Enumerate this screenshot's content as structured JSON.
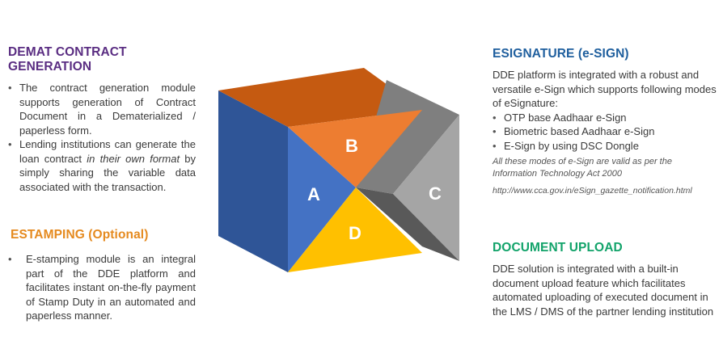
{
  "demat": {
    "heading": "DEMAT CONTRACT GENERATION",
    "bullet1": "The contract generation module supports generation of Contract Document in a Dematerialized / paperless form.",
    "bullet2_before": "Lending institutions can generate the loan contract ",
    "bullet2_em": "in their own format",
    "bullet2_after": " by simply sharing the variable data associated with the transaction."
  },
  "estamping": {
    "heading": "ESTAMPING (Optional)",
    "bullet1": "E-stamping module is an integral part of the DDE platform and facilitates instant on-the-fly payment of Stamp Duty in an automated and paperless manner."
  },
  "esign": {
    "heading": "ESIGNATURE (e-SIGN)",
    "intro": "DDE platform is integrated with a robust and versatile  e-Sign which supports following modes of eSignature:",
    "modes": [
      "OTP base Aadhaar e-Sign",
      "Biometric based Aadhaar e-Sign",
      "E-Sign by using DSC Dongle"
    ],
    "note": "All these modes of e-Sign are valid as per the Information Technology Act 2000",
    "url": "http://www.cca.gov.in/eSign_gazette_notification.html"
  },
  "upload": {
    "heading": "DOCUMENT UPLOAD",
    "text": "DDE solution is integrated with a built-in document upload feature which facilitates automated uploading of executed document in the LMS / DMS of the partner lending institution"
  },
  "cube": {
    "labels": {
      "a": "A",
      "b": "B",
      "c": "C",
      "d": "D"
    },
    "colors": {
      "a": "#4472c4",
      "b": "#ed7d31",
      "c": "#a5a5a5",
      "d": "#ffc000",
      "top": "#c55a11",
      "left": "#2f5597",
      "gray_inner": "#7f7f7f",
      "gray_dark": "#595959"
    }
  }
}
